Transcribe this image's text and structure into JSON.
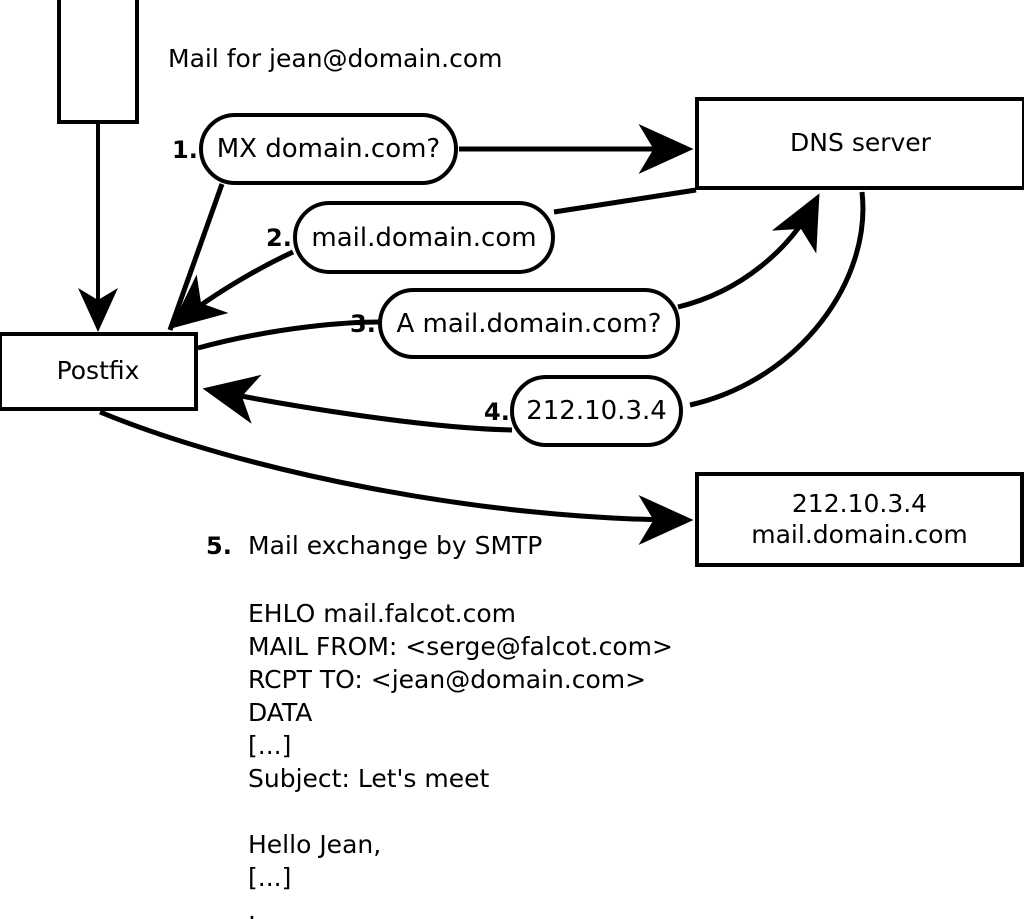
{
  "diagram": {
    "title_label": "Mail for jean@domain.com",
    "nodes": {
      "sender_box": "",
      "postfix_box": "Postfix",
      "dns_box": "DNS server",
      "target_box_line1": "212.10.3.4",
      "target_box_line2": "mail.domain.com"
    },
    "steps": [
      {
        "number": "1.",
        "label": "MX domain.com?"
      },
      {
        "number": "2.",
        "label": "mail.domain.com"
      },
      {
        "number": "3.",
        "label": "A mail.domain.com?"
      },
      {
        "number": "4.",
        "label": "212.10.3.4"
      }
    ],
    "step5": {
      "number": "5.",
      "label": "Mail exchange by SMTP"
    },
    "smtp_transcript": "EHLO mail.falcot.com\nMAIL FROM: <serge@falcot.com>\nRCPT TO: <jean@domain.com>\nDATA\n[...]\nSubject: Let's meet\n\nHello Jean,\n[...]\n.",
    "colors": {
      "stroke": "#000000",
      "background": "#ffffff"
    }
  }
}
